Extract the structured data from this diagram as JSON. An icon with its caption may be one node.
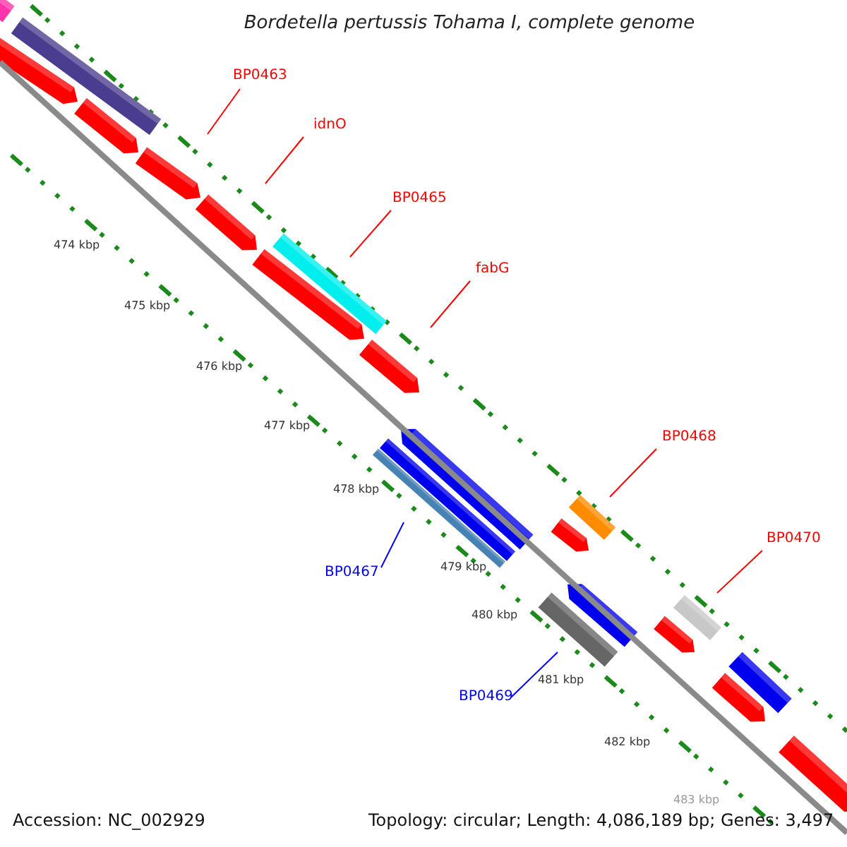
{
  "diagram": {
    "title": "Bordetella pertussis Tohama I, complete genome",
    "nodes": [
      {
        "text": [
          "BP0463"
        ]
      },
      {
        "text": [
          "idnO"
        ]
      },
      {
        "text": [
          "BP0465"
        ]
      },
      {
        "text": [
          "fabG"
        ]
      },
      {
        "text": [
          "BP0468"
        ]
      },
      {
        "text": [
          "BP0470"
        ]
      },
      {
        "text": [
          "BP0467"
        ]
      },
      {
        "text": [
          "BP0469"
        ]
      }
    ],
    "edges": [
      {
        "from": 0,
        "to": null,
        "arrow": "none"
      },
      {
        "from": 1,
        "to": null,
        "arrow": "none"
      },
      {
        "from": 2,
        "to": null,
        "arrow": "none"
      },
      {
        "from": 3,
        "to": null,
        "arrow": "none"
      },
      {
        "from": 4,
        "to": null,
        "arrow": "none"
      },
      {
        "from": 5,
        "to": null,
        "arrow": "none"
      },
      {
        "from": 6,
        "to": null,
        "arrow": "none",
        "color": "#0000ff"
      },
      {
        "from": 7,
        "to": null,
        "arrow": "none",
        "color": "#0000ff"
      }
    ],
    "labels": [
      "474 kbp",
      "475 kbp",
      "476 kbp",
      "477 kbp",
      "478 kbp",
      "479 kbp",
      "480 kbp",
      "481 kbp",
      "482 kbp",
      "483 kbp",
      "Accession: NC_002929",
      "Topology: circular; Length: 4,086,189 bp; Genes: 3,497"
    ]
  }
}
